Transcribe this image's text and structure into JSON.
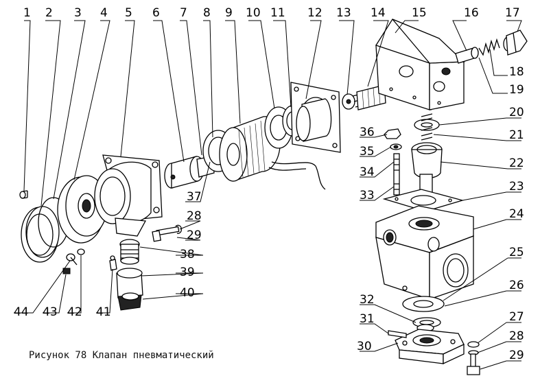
{
  "parts": [
    {
      "id": "part-1",
      "label": "1"
    },
    {
      "id": "part-2",
      "label": "2"
    },
    {
      "id": "part-3",
      "label": "3"
    },
    {
      "id": "part-4",
      "label": "4"
    },
    {
      "id": "part-5",
      "label": "5"
    },
    {
      "id": "part-6",
      "label": "6"
    },
    {
      "id": "part-7",
      "label": "7"
    },
    {
      "id": "part-8",
      "label": "8"
    },
    {
      "id": "part-9",
      "label": "9"
    },
    {
      "id": "part-10",
      "label": "10"
    },
    {
      "id": "part-11",
      "label": "11"
    },
    {
      "id": "part-12",
      "label": "12"
    },
    {
      "id": "part-13",
      "label": "13"
    },
    {
      "id": "part-14",
      "label": "14"
    },
    {
      "id": "part-15",
      "label": "15"
    },
    {
      "id": "part-16",
      "label": "16"
    },
    {
      "id": "part-17",
      "label": "17"
    },
    {
      "id": "part-18",
      "label": "18"
    },
    {
      "id": "part-19",
      "label": "19"
    },
    {
      "id": "part-20",
      "label": "20"
    },
    {
      "id": "part-21",
      "label": "21"
    },
    {
      "id": "part-22",
      "label": "22"
    },
    {
      "id": "part-23",
      "label": "23"
    },
    {
      "id": "part-24",
      "label": "24"
    },
    {
      "id": "part-25",
      "label": "25"
    },
    {
      "id": "part-26",
      "label": "26"
    },
    {
      "id": "part-27",
      "label": "27"
    },
    {
      "id": "part-28a",
      "label": "28"
    },
    {
      "id": "part-29a",
      "label": "29"
    },
    {
      "id": "part-28b",
      "label": "28"
    },
    {
      "id": "part-29b",
      "label": "29"
    },
    {
      "id": "part-30",
      "label": "30"
    },
    {
      "id": "part-31",
      "label": "31"
    },
    {
      "id": "part-32",
      "label": "32"
    },
    {
      "id": "part-33",
      "label": "33"
    },
    {
      "id": "part-34",
      "label": "34"
    },
    {
      "id": "part-35",
      "label": "35"
    },
    {
      "id": "part-36",
      "label": "36"
    },
    {
      "id": "part-37",
      "label": "37"
    },
    {
      "id": "part-38",
      "label": "38"
    },
    {
      "id": "part-39",
      "label": "39"
    },
    {
      "id": "part-40",
      "label": "40"
    },
    {
      "id": "part-41",
      "label": "41"
    },
    {
      "id": "part-42",
      "label": "42"
    },
    {
      "id": "part-43",
      "label": "43"
    },
    {
      "id": "part-44",
      "label": "44"
    }
  ],
  "caption": "Рисунок 78  Клапан пневматический"
}
